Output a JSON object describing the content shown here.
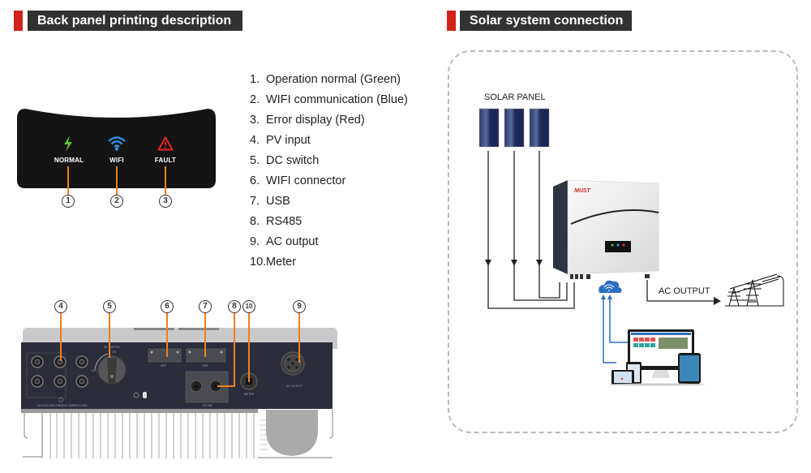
{
  "left_section": {
    "header": "Back panel printing description",
    "front_panel": {
      "indicators": [
        {
          "label": "NORMAL",
          "icon": "lightning-bolt-icon",
          "color": "#5cc22f",
          "marker": "1"
        },
        {
          "label": "WIFI",
          "icon": "wifi-icon",
          "color": "#2c8fe0",
          "marker": "2"
        },
        {
          "label": "FAULT",
          "icon": "warning-triangle-icon",
          "color": "#e52421",
          "marker": "3"
        }
      ]
    },
    "legend": [
      {
        "num": "1.",
        "text": "Operation normal (Green)"
      },
      {
        "num": "2.",
        "text": "WIFI communication (Blue)"
      },
      {
        "num": "3.",
        "text": "Error display (Red)"
      },
      {
        "num": "4.",
        "text": "PV input"
      },
      {
        "num": "5.",
        "text": "DC switch"
      },
      {
        "num": "6.",
        "text": "WIFI connector"
      },
      {
        "num": "7.",
        "text": "USB"
      },
      {
        "num": "8.",
        "text": "RS485"
      },
      {
        "num": "9.",
        "text": "AC output"
      },
      {
        "num": "10.",
        "text": "Meter"
      }
    ],
    "back_panel": {
      "markers": [
        "4",
        "5",
        "6",
        "7",
        "8",
        "10",
        "9"
      ],
      "labels": {
        "dc_switch": "DC SWITCH",
        "off": "OFF",
        "on": "ON",
        "wifi": "WIFI",
        "usb": "USB",
        "rs485": "RS 485",
        "meter": "METER",
        "ac_output": "AC OUTPUT",
        "warning": "DO NOT DISCONNECT UNDER LOAD"
      }
    }
  },
  "right_section": {
    "header": "Solar system connection",
    "solar_panel_label": "SOLAR PANEL",
    "inverter_brand": "MUST",
    "ac_output_label": "AC OUTPUT",
    "cloud_icon": "cloud-wifi-icon",
    "grid_icon": "power-tower-icon",
    "devices_icon": "monitoring-devices-icon"
  },
  "colors": {
    "accent_red": "#d2231d",
    "header_bg": "#323232",
    "marker_line": "#f07f1c",
    "panel_dark": "#2b2d3b",
    "link_blue": "#2a6fc2"
  }
}
